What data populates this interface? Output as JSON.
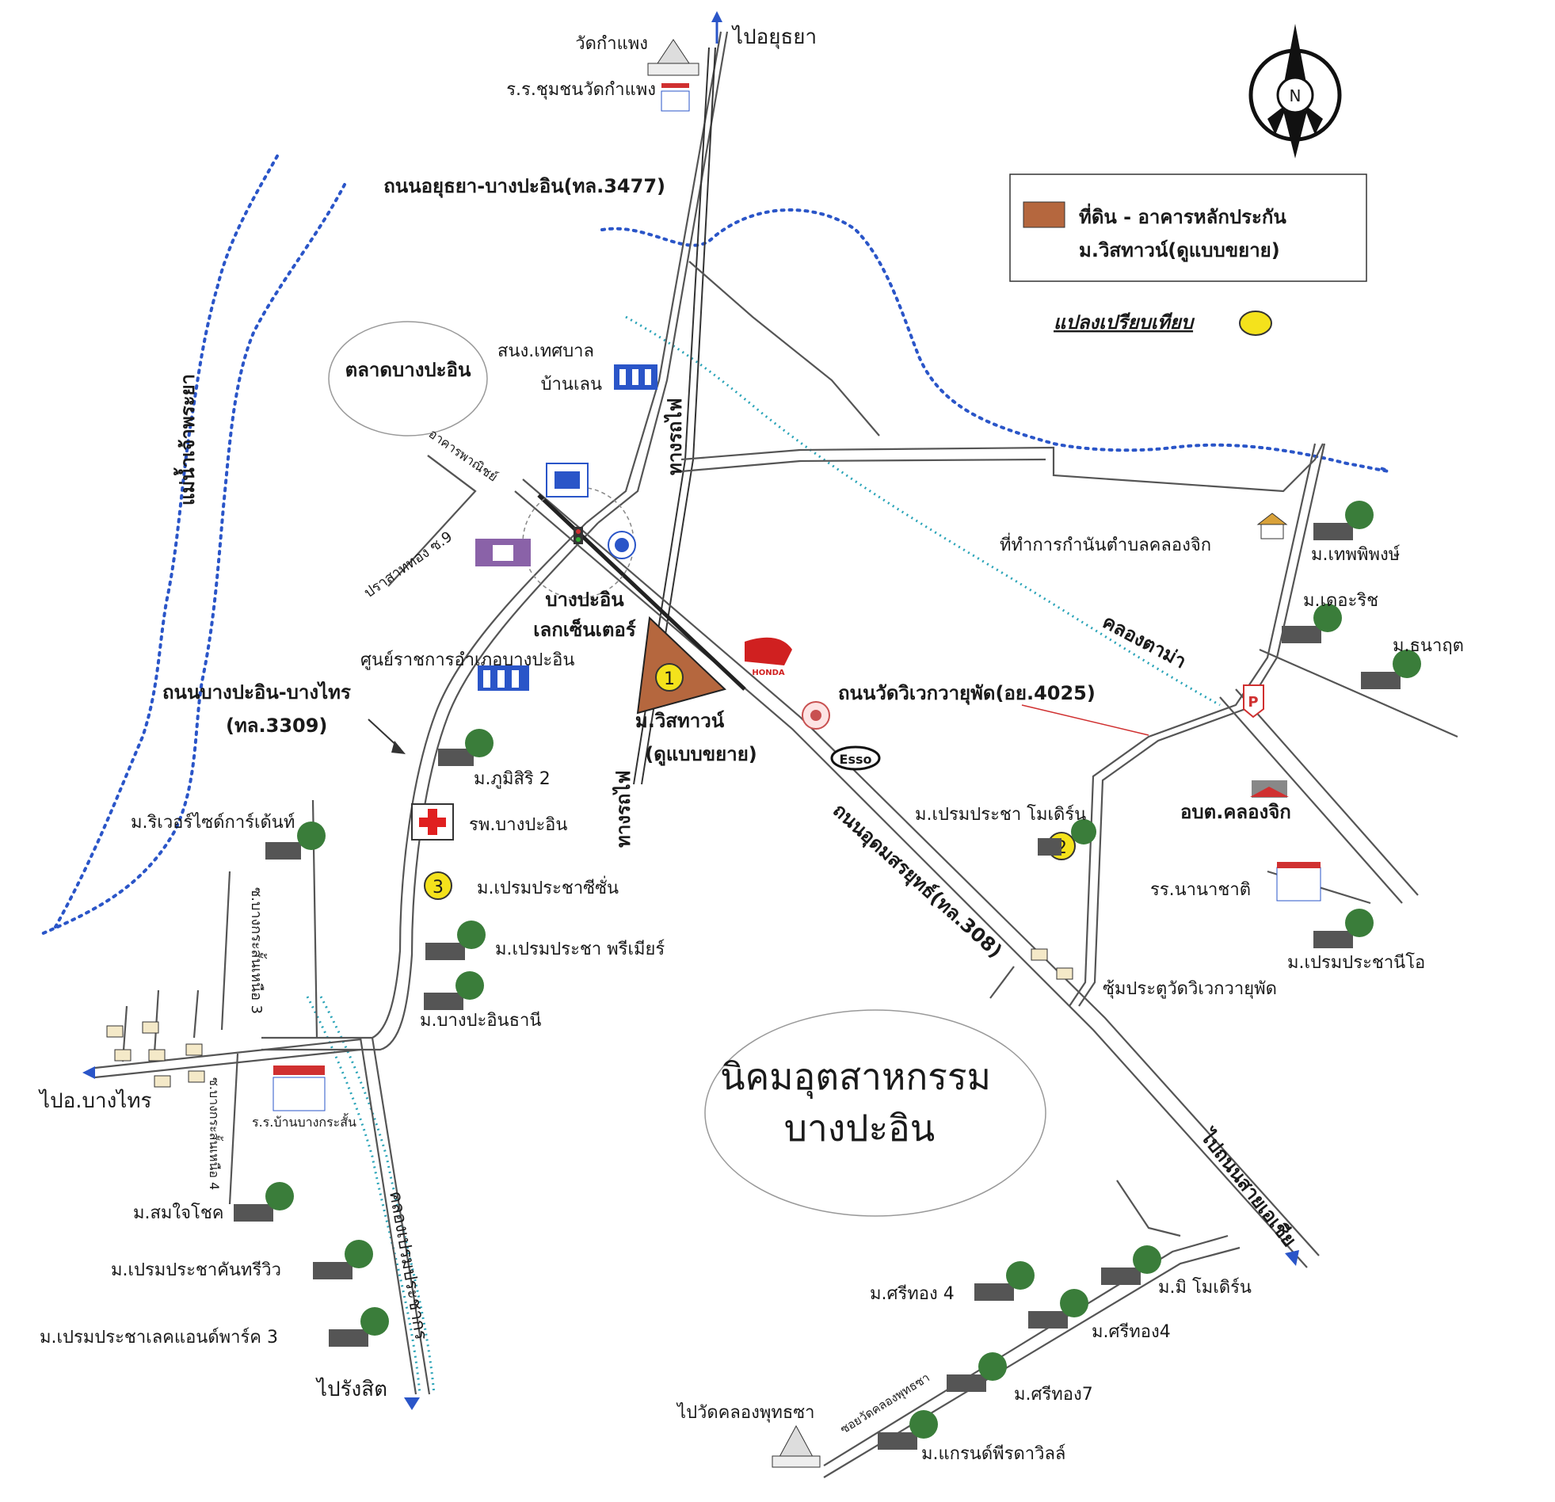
{
  "labels": {
    "wat_kamphaeng": "วัดกำแพง",
    "to_ayutthaya": "ไปอยุธยา",
    "school_wat_kamphaeng": "ร.ร.ชุมชนวัดกำแพง",
    "road_3477": "ถนนอยุธยา-บางปะอิน(ทล.3477)",
    "market_bang_pa_in": "ตลาดบางปะอิน",
    "municipal_office_line1": "สนง.เทศบาล",
    "municipal_office_line2": "บ้านเลน",
    "chao_phraya": "แม่น้ำเจ้าพระยา",
    "commercial_bldg": "อาคารพาณิชย์",
    "prasat_thong_soi": "ปราสาททอง ซ.9",
    "railway_upper": "ทางรถไฟ",
    "railway_lower": "ทางรถไฟ",
    "bang_pa_in_lakeside_line1": "บางปะอิน",
    "bang_pa_in_lakeside_line2": "เลกเซ็นเตอร์",
    "gov_center": "ศูนย์ราชการอำเภอบางปะอิน",
    "road_3309_line1": "ถนนบางปะอิน-บางไทร",
    "road_3309_line2": "(ทล.3309)",
    "visathaven_line1": "ม.วิสทาวน์",
    "visathaven_line2": "(ดูแบบขยาย)",
    "phumisiri": "ม.ภูมิสิริ 2",
    "riverside_garden": "ม.ริเวอร์ไซด์การ์เด้นท์",
    "hospital": "รพ.บางปะอิน",
    "prempracha_zone": "ม.เปรมประชาซีซั่น",
    "prempracha_premier": "ม.เปรมประชา พรีเมียร์",
    "bang_pa_in_thani": "ม.บางปะอินธานี",
    "soi_bang_krasan_upper": "ซ.บางกระสั้นเหนือ 3",
    "soi_bang_krasan_lower": "ซ.บางกระสั้นเหนือ 4",
    "to_bang_sai": "ไปอ.บางไทร",
    "school_bang_krasan": "ร.ร.บ้านบางกระสั้น",
    "somjaichok": "ม.สมใจโชค",
    "prempracha_kanthiwiw": "ม.เปรมประชาคันทรีวิว",
    "prempracha_lake_park": "ม.เปรมประชาเลคแอนด์พาร์ค 3",
    "to_rangsit": "ไปรังสิต",
    "klong_prem": "คลองเปรมประชากร",
    "kamnan_office": "ที่ทำการกำนันตำบลคลองจิก",
    "thepphiphong": "ม.เทพพิพงษ์",
    "the_rich": "ม.เดอะริช",
    "thanaruk": "ม.ธนาฤต",
    "klong_tama": "คลองตาม่า",
    "road_4025": "ถนนวัดวิเวกวายุพัด(อย.4025)",
    "prempracha_modern": "ม.เปรมประชา โมเดิร์น",
    "obt_klongjik": "อบต.คลองจิก",
    "school_nanachat": "รร.นานาชาติ",
    "road_308": "ถนนอุดมสรยุทธ์(ทล.308)",
    "prempracha_neo": "ม.เปรมประชานีโอ",
    "wat_gate": "ซุ้มประตูวัดวิเวกวายุพัด",
    "industrial_line1": "นิคมอุตสาหกรรม",
    "industrial_line2": "บางปะอิน",
    "to_asia_highway": "ไปถนนสายเอเชีย",
    "srithong4_a": "ม.ศรีทอง 4",
    "mimodern": "ม.มิ โมเดิร์น",
    "srithong4_b": "ม.ศรีทอง4",
    "srithong7": "ม.ศรีทอง7",
    "to_wat_klong_phutsa": "ไปวัดคลองพุทธซา",
    "soi_wat_klong_phutsa": "ซอยวัดคลองพุทธซา",
    "grand_village": "ม.แกรนด์พีรดาวิลล์"
  },
  "legend": {
    "collateral_line1": "ที่ดิน - อาคารหลักประกัน",
    "collateral_line2": "ม.วิสทาวน์(ดูแบบขยาย)",
    "comparables": "แปลงเปรียบเทียบ",
    "collateral_color": "#b5673e",
    "comparable_color": "#f4e21c"
  },
  "compass": {
    "north_letter": "N"
  },
  "markers": {
    "m1": "1",
    "m2": "2",
    "m3": "3"
  },
  "logos": {
    "honda": "HONDA",
    "esso": "Esso"
  }
}
